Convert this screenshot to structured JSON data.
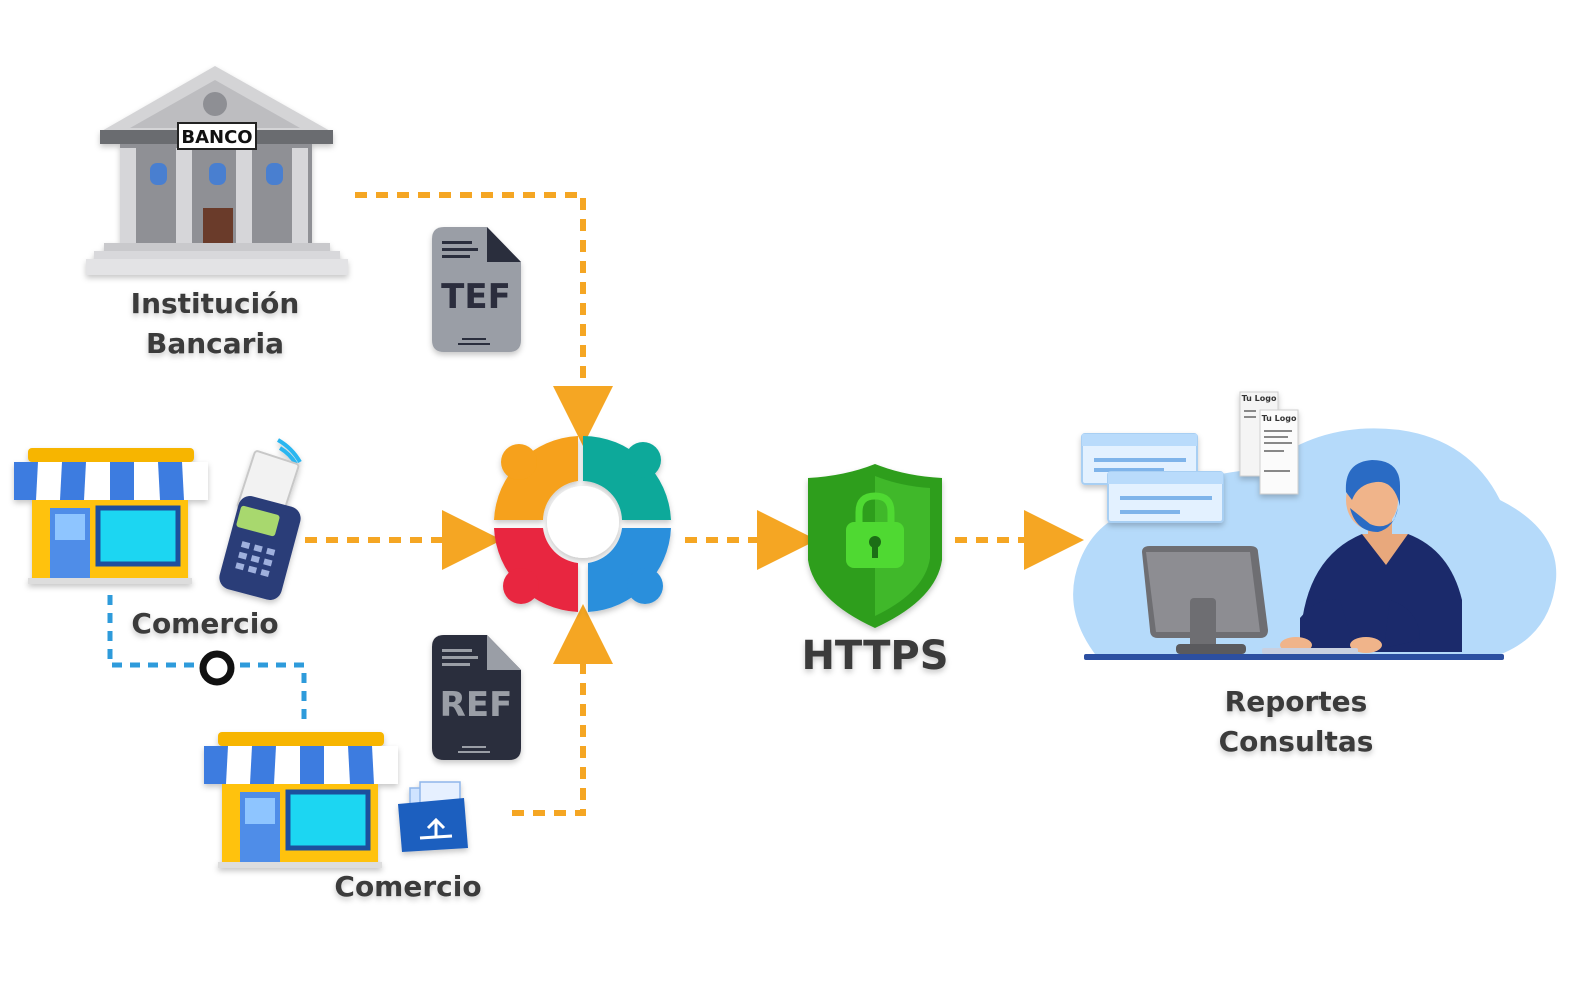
{
  "bank": {
    "sign": "BANCO",
    "label_line1": "Institución",
    "label_line2": "Bancaria"
  },
  "commerce_top": {
    "label": "Comercio"
  },
  "commerce_bottom": {
    "label": "Comercio"
  },
  "doc_tef": {
    "label": "TEF"
  },
  "doc_ref": {
    "label": "REF"
  },
  "security": {
    "label": "HTTPS"
  },
  "reports": {
    "label_line1": "Reportes",
    "label_line2": "Consultas",
    "receipt_logo": "Tu Logo"
  },
  "colors": {
    "arrow": "#f5a623",
    "link": "#2e9bdb",
    "shield": "#2f9e1f",
    "doc_grey": "#9a9ea6",
    "doc_dark": "#2b2d3d"
  }
}
